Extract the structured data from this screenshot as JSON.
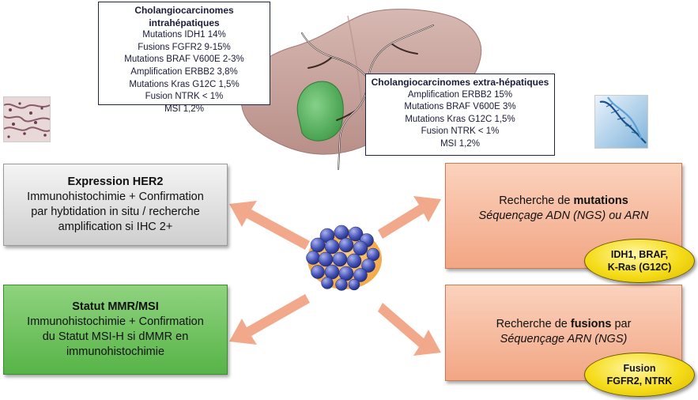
{
  "intrahepatic": {
    "title": "Cholangiocarcinomes intrahépatiques",
    "lines": [
      "Mutations IDH1  14%",
      "Fusions FGFR2  9-15%",
      "Mutations BRAF V600E 2-3%",
      "Amplification ERBB2 3,8%",
      "Mutations Kras G12C 1,5%",
      "Fusion NTRK < 1%",
      "MSI 1,2%"
    ]
  },
  "extrahepatic": {
    "title": "Cholangiocarcinomes extra-hépatiques",
    "lines": [
      "Amplification ERBB2  15%",
      "Mutations BRAF  V600E 3%",
      "Mutations Kras G12C 1,5%",
      "Fusion NTRK < 1%",
      "MSI 1,2%"
    ]
  },
  "her2": {
    "title": "Expression HER2",
    "line1": "Immunohistochimie + Confirmation",
    "line2": "par hybtidation in situ / recherche",
    "line3": "amplification si IHC 2+"
  },
  "mmr": {
    "title": "Statut MMR/MSI",
    "line1": "Immunohistochimie + Confirmation",
    "line2": "du Statut MSI-H si dMMR en",
    "line3": "immunohistochimie"
  },
  "mutations": {
    "prefix": "Recherche de ",
    "bold": "mutations",
    "method": "Séquençage ADN (NGS) ou ARN",
    "oval_line1": "IDH1, BRAF,",
    "oval_line2": "K-Ras (G12C)"
  },
  "fusions": {
    "prefix": "Recherche de ",
    "bold": "fusions",
    "suffix": " par",
    "method": "Séquençage ARN (NGS)",
    "oval_line1": "Fusion",
    "oval_line2": "FGFR2, NTRK"
  },
  "colors": {
    "gray_panel": "#dcdcdc",
    "green_panel": "#6cc15a",
    "salmon_panel": "#f6b99b",
    "arrow": "#f2a98b",
    "oval": "#f5dc18",
    "liver": "#c9a49e",
    "gallbladder": "#5fb866",
    "box_border": "#1e2547"
  },
  "icons": [
    "liver-illustration",
    "histology-thumbnail",
    "dna-helix-thumbnail",
    "tumor-cell-cluster"
  ]
}
